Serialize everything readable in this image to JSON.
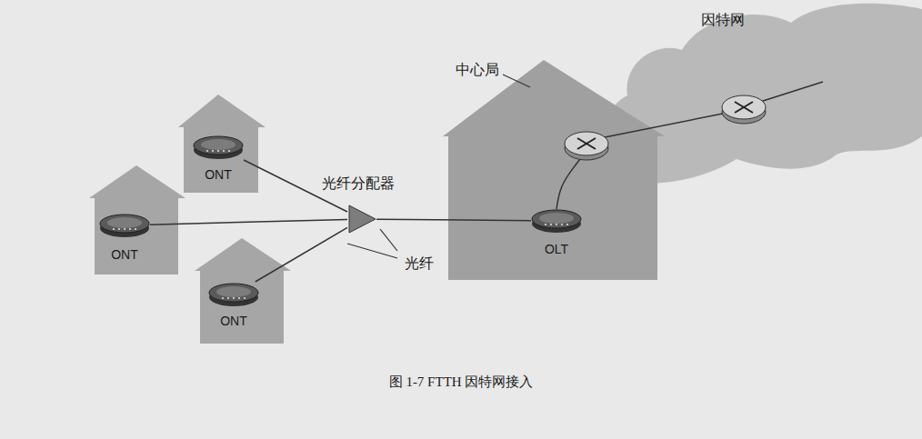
{
  "diagram": {
    "caption": "图 1-7 FTTH 因特网接入",
    "nodes": [
      {
        "text": [
          "中心局"
        ]
      },
      {
        "text": [
          "因特网"
        ]
      },
      {
        "text": [
          "ONT"
        ]
      },
      {
        "text": [
          "ONT"
        ]
      },
      {
        "text": [
          "ONT"
        ]
      },
      {
        "text": [
          "光纤分配器"
        ]
      },
      {
        "text": [
          "OLT"
        ],
        "in": 0
      }
    ],
    "edges": [
      {
        "from": 2,
        "to": 5,
        "arrow": "none"
      },
      {
        "from": 3,
        "to": 5,
        "arrow": "none"
      },
      {
        "from": 4,
        "to": 5,
        "arrow": "none"
      },
      {
        "from": 5,
        "to": 6,
        "arrow": "none"
      }
    ],
    "labels": [
      "光纤"
    ]
  }
}
